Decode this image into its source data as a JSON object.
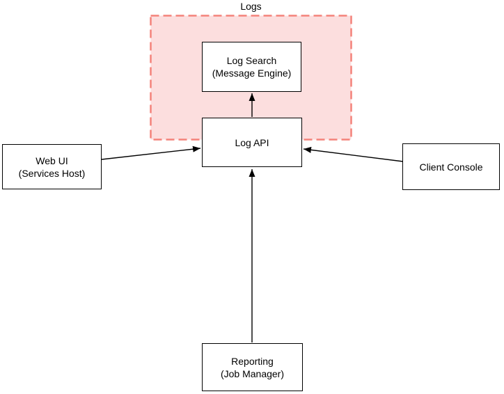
{
  "diagram": {
    "group": {
      "label": "Logs"
    },
    "colors": {
      "group_fill": "#fcdede",
      "group_stroke": "#f4827a",
      "node_border": "#000000",
      "node_fill": "#ffffff",
      "edge_color": "#000000"
    },
    "nodes": [
      {
        "id": "log-search",
        "label": "Log Search\n(Message Engine)"
      },
      {
        "id": "log-api",
        "label": "Log API"
      },
      {
        "id": "web-ui",
        "label": "Web UI\n(Services Host)"
      },
      {
        "id": "client-console",
        "label": "Client Console"
      },
      {
        "id": "reporting",
        "label": "Reporting\n(Job Manager)"
      }
    ],
    "edges": [
      {
        "from": "log-api",
        "to": "log-search"
      },
      {
        "from": "web-ui",
        "to": "log-api"
      },
      {
        "from": "client-console",
        "to": "log-api"
      },
      {
        "from": "reporting",
        "to": "log-api"
      }
    ]
  }
}
